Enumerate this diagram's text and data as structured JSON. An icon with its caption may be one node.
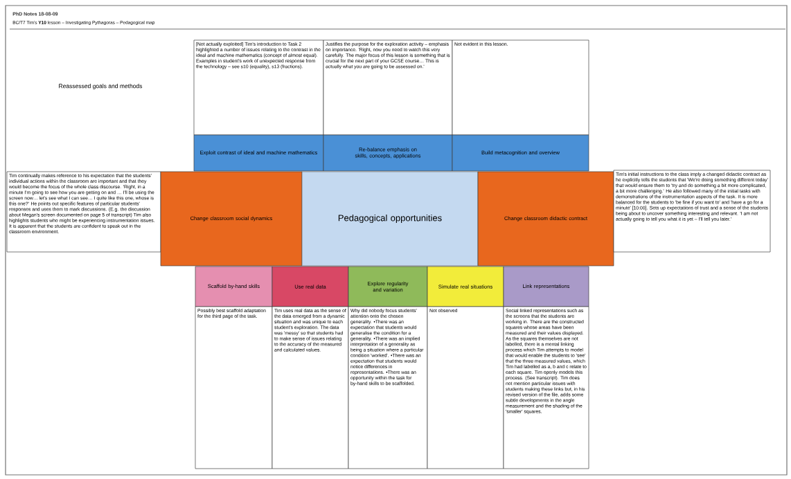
{
  "diagram": {
    "title": "PhD Notes 18-08-09",
    "nodes": [
      {
        "text": [
          "[Not actually exploited] Tim's introduction to Task 2 highlighted a number of issues relating to the contrast in the ideal and machine mathematics (concept of almost equal). Examples in student's work of unexpected response from the technology – see s10 (equality), s13 (fractions)."
        ]
      },
      {
        "text": [
          "Justifies the purpose for the exploration activity – emphasis on importance. 'Right, now you need to watch this very carefully. The major focus of this lesson is something that is crucial for the next part of your GCSE course… This is actually what you are going to be assessed on.'"
        ]
      },
      {
        "text": [
          "Not evident in this lesson."
        ]
      },
      {
        "text": [
          "Exploit contrast of ideal and machine mathematics"
        ]
      },
      {
        "text": [
          "Re-balance emphasis on skills, concepts, applications"
        ]
      },
      {
        "text": [
          "Build metacognition and overview"
        ]
      },
      {
        "text": [
          "Tim continually makes reference to his expectation that the students' individual actions within the classroom are important and that they would become the focus of the whole class discourse. 'Right, in a minute I'm going to see how you are getting on and … I'll be using the screen now… let's see what I can see… I quite like this one, whose is this one?' He points out specific features of particular students' responses and uses them to mark discussions. (E.g. the discussion about Megan's screen documented on page 5 of transcript) Tim also highlights students who might be experiencing instrumentation issues. It is apparent that the students are confident to speak out in the classroom environment."
        ]
      },
      {
        "text": [
          "Change classroom social dynamics"
        ]
      },
      {
        "text": [
          "Pedagogical opportunities"
        ]
      },
      {
        "text": [
          "Change classroom didactic contract"
        ]
      },
      {
        "text": [
          "Tim's initial instructions to the class imply a changed didactic contract as he explicitly tells the students that 'We're doing something different today' that would ensure them to 'try and do something a bit more complicated, a bit more challenging.' He also followed many of the initial tasks with demonstrations of the instrumentation aspects of the task. It is more balanced for the students to 'be fine if you want to' and 'have a go for a minute' [10:00]. Sets up expectations of trust and a sense of the students being about to uncover something interesting and relevant. 'I am not actually going to tell you what it is yet – I'll tell you later.'"
        ]
      },
      {
        "text": [
          "Scaffold by-hand skills"
        ]
      },
      {
        "text": [
          "Use real data"
        ]
      },
      {
        "text": [
          "Explore regularity and variation"
        ]
      },
      {
        "text": [
          "Simulate real situations"
        ]
      },
      {
        "text": [
          "Link representations"
        ]
      },
      {
        "text": [
          "Possibly best scaffold adaptation for the third page of the task."
        ]
      },
      {
        "text": [
          "Tim uses real data as the sense of the data emerged from a dynamic situation and was unique to each student's exploration. The data was 'messy' so that students had to make sense of issues relating to the accuracy of the measured and calculated values."
        ]
      },
      {
        "text": [
          "Why did nobody focus students' attention onto the chosen generality. •There was an expectation that students would generalise the condition for a generality. •There was an implied interpretation of a generality as being a situation where a particular condition 'worked'. •There was an expectation that students would notice differences in representations. •There was an opportunity within the task for by-hand skills to be scaffolded."
        ]
      },
      {
        "text": [
          "Not observed"
        ]
      },
      {
        "text": [
          "Social linked representations such as the screens that the students are working in. There are the constructed squares whose areas have been measured and their values displayed. As the squares themselves are not labelled, there is a mental linking process which Tim attempts to model that would enable the students to 'see' that the three measured values, which Tim had labelled as a, b and c relate to each square. Tim openly models this process. (See transcript). Tim does not mention particular issues with students making these links but, in his revised version of the file, adds some subtle developments in the angle measurement and the shading of the 'smaller' squares."
        ]
      }
    ],
    "labels": [
      "BC/T7 Tim's **Y10** lesson – Investigating Pythagoras – Pedagogical map",
      "Reassessed goals and methods"
    ]
  }
}
